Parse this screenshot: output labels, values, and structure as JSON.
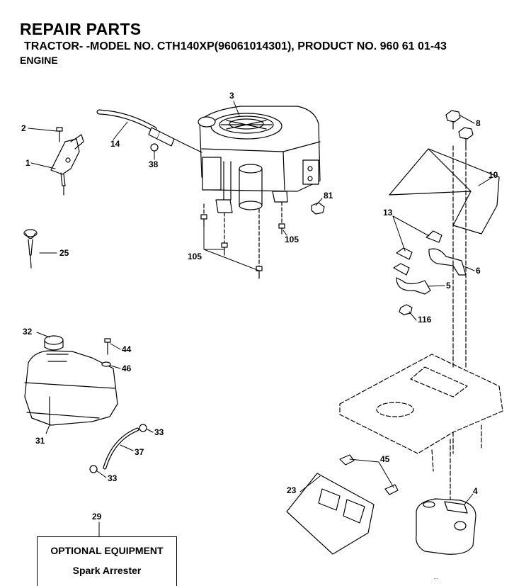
{
  "header": {
    "title": "REPAIR PARTS",
    "subtitle": "TRACTOR- -MODEL NO. CTH140XP(96061014301), PRODUCT NO. 960 61 01-43",
    "section": "ENGINE"
  },
  "callouts": {
    "c1": "1",
    "c2": "2",
    "c3": "3",
    "c4": "4",
    "c5": "5",
    "c6": "6",
    "c8": "8",
    "c10": "10",
    "c13": "13",
    "c14": "14",
    "c23": "23",
    "c25": "25",
    "c29": "29",
    "c31": "31",
    "c32": "32",
    "c33a": "33",
    "c33b": "33",
    "c37": "37",
    "c38": "38",
    "c44": "44",
    "c45": "45",
    "c46": "46",
    "c81": "81",
    "c105a": "105",
    "c105b": "105",
    "c116": "116"
  },
  "optional": {
    "title": "OPTIONAL EQUIPMENT",
    "item": "Spark Arrester"
  },
  "footer": "..."
}
